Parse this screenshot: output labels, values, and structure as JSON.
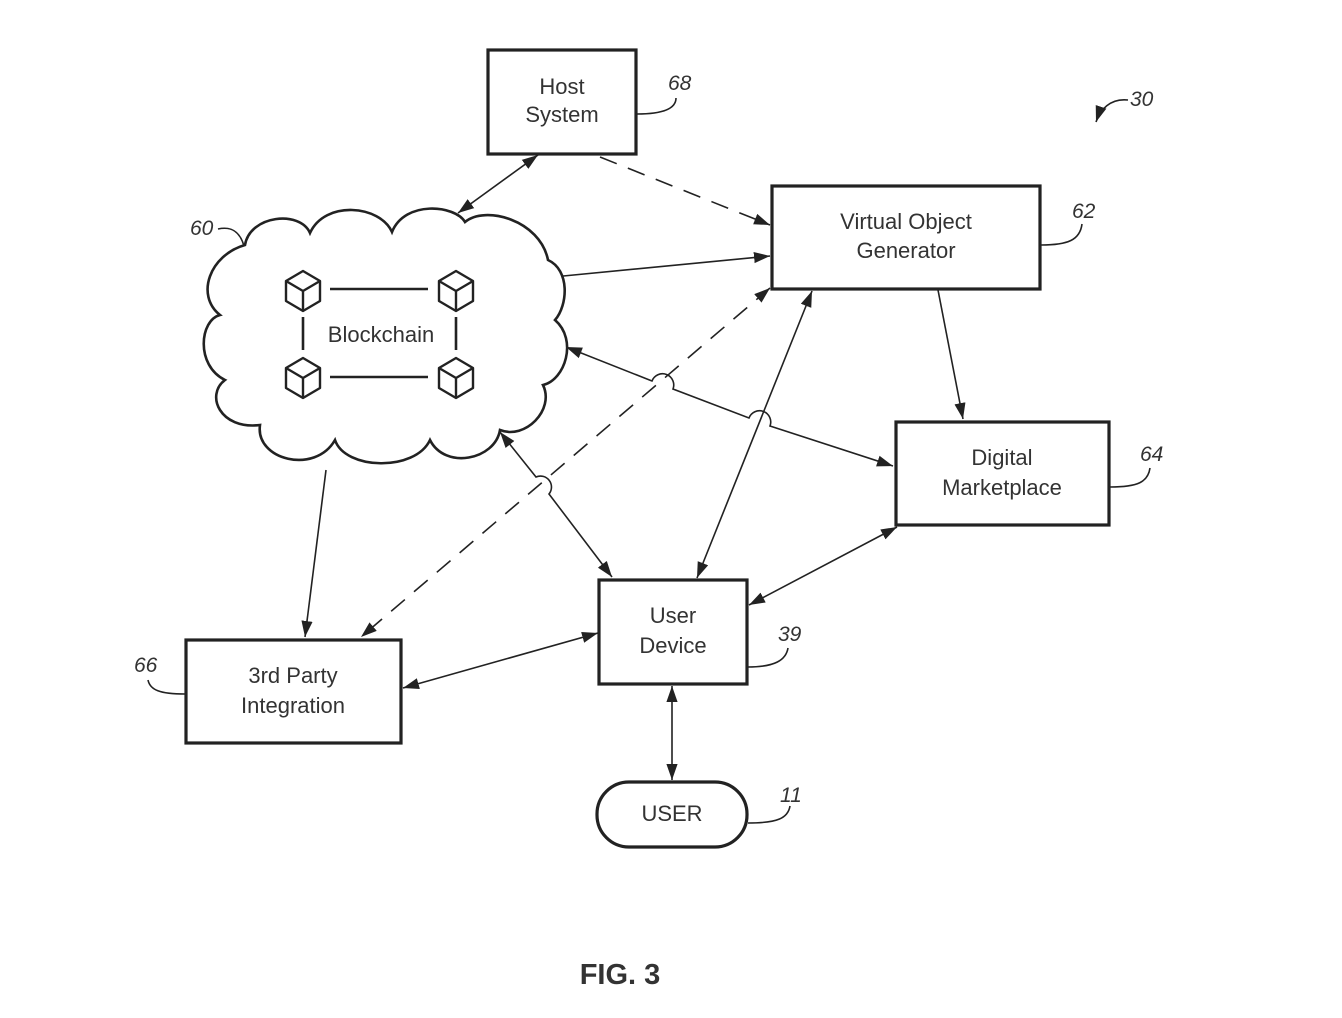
{
  "figure": {
    "caption": "FIG. 3",
    "system_ref": "30"
  },
  "nodes": {
    "host_system": {
      "line1": "Host",
      "line2": "System",
      "ref": "68"
    },
    "blockchain": {
      "label": "Blockchain",
      "ref": "60"
    },
    "virtual_object_generator": {
      "line1": "Virtual Object",
      "line2": "Generator",
      "ref": "62"
    },
    "digital_marketplace": {
      "line1": "Digital",
      "line2": "Marketplace",
      "ref": "64"
    },
    "third_party_integration": {
      "line1": "3rd Party",
      "line2": "Integration",
      "ref": "66"
    },
    "user_device": {
      "line1": "User",
      "line2": "Device",
      "ref": "39"
    },
    "user": {
      "label": "USER",
      "ref": "11"
    }
  },
  "edges": [
    {
      "from": "blockchain",
      "to": "host_system",
      "style": "solid",
      "direction": "both"
    },
    {
      "from": "host_system",
      "to": "virtual_object_generator",
      "style": "dashed",
      "direction": "forward"
    },
    {
      "from": "blockchain",
      "to": "virtual_object_generator",
      "style": "solid",
      "direction": "forward"
    },
    {
      "from": "blockchain",
      "to": "digital_marketplace",
      "style": "solid",
      "direction": "both"
    },
    {
      "from": "virtual_object_generator",
      "to": "digital_marketplace",
      "style": "solid",
      "direction": "forward"
    },
    {
      "from": "virtual_object_generator",
      "to": "user_device",
      "style": "solid",
      "direction": "both"
    },
    {
      "from": "virtual_object_generator",
      "to": "third_party_integration",
      "style": "dashed",
      "direction": "both"
    },
    {
      "from": "blockchain",
      "to": "user_device",
      "style": "solid",
      "direction": "both"
    },
    {
      "from": "blockchain",
      "to": "third_party_integration",
      "style": "solid",
      "direction": "forward"
    },
    {
      "from": "digital_marketplace",
      "to": "user_device",
      "style": "solid",
      "direction": "both"
    },
    {
      "from": "user_device",
      "to": "third_party_integration",
      "style": "solid",
      "direction": "both"
    },
    {
      "from": "user_device",
      "to": "user",
      "style": "solid",
      "direction": "both"
    }
  ]
}
